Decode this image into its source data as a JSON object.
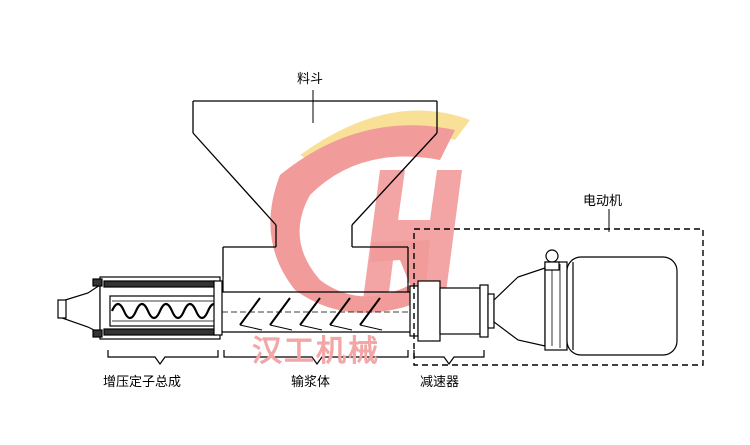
{
  "labels": {
    "hopper": "料斗",
    "motor": "电动机",
    "stator_assembly": "增压定子总成",
    "slurry_body": "输浆体",
    "reducer": "减速器"
  },
  "watermark": {
    "text": "汉工机械",
    "logo_letters": "GH",
    "colors": {
      "red": "#f08a8a",
      "yellow": "#f7dc86"
    }
  },
  "colors": {
    "line": "#000000",
    "fill_dark": "#333333",
    "fill_light": "#ffffff"
  }
}
